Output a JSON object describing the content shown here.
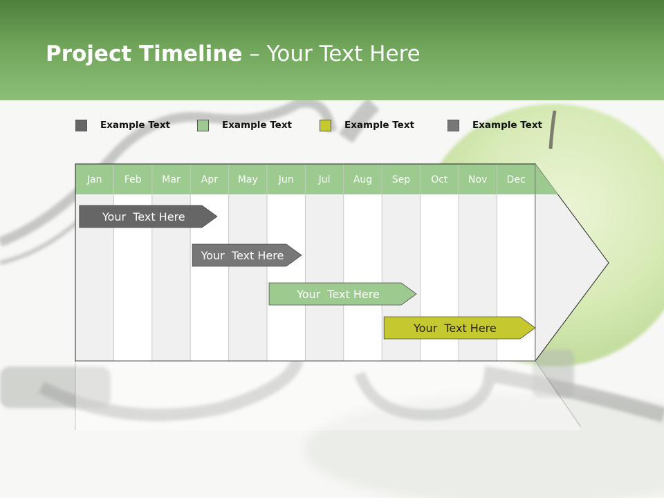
{
  "slide": {
    "title_bold": "Project Timeline",
    "title_rest": " – Your Text Here"
  },
  "legend": [
    {
      "label": "Example Text",
      "color": "#666666"
    },
    {
      "label": "Example Text",
      "color": "#9dca8f"
    },
    {
      "label": "Example Text",
      "color": "#c6c82f"
    },
    {
      "label": "Example Text",
      "color": "#777777"
    }
  ],
  "months": [
    "Jan",
    "Feb",
    "Mar",
    "Apr",
    "May",
    "Jun",
    "Jul",
    "Aug",
    "Sep",
    "Oct",
    "Nov",
    "Dec"
  ],
  "tasks": [
    {
      "label": "Your  Text Here",
      "color": "#666666",
      "text_color": "#ffffff",
      "start_month": 0.05,
      "end_month": 3.7
    },
    {
      "label": "Your  Text Here",
      "color": "#777777",
      "text_color": "#ffffff",
      "start_month": 3.0,
      "end_month": 5.9
    },
    {
      "label": "Your  Text Here",
      "color": "#9dca8f",
      "text_color": "#ffffff",
      "start_month": 5.0,
      "end_month": 8.9
    },
    {
      "label": "Your  Text Here",
      "color": "#c6c82f",
      "text_color": "#222222",
      "start_month": 8.0,
      "end_month": 12.0
    }
  ],
  "colors": {
    "header_green": "#6fa45a",
    "month_header": "#9dca8f",
    "column_shade": "#f0f0f0"
  }
}
